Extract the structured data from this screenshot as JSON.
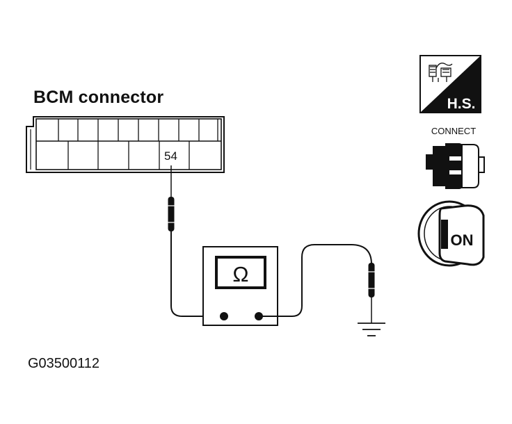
{
  "connector": {
    "title": "BCM connector",
    "pin_label": "54"
  },
  "meter": {
    "symbol": "Ω"
  },
  "icons": {
    "harness_label": "H.S.",
    "connect_label": "CONNECT",
    "ignition_label": "ON"
  },
  "figure": {
    "code": "G03500112"
  },
  "colors": {
    "ink": "#111111",
    "background": "#ffffff"
  }
}
